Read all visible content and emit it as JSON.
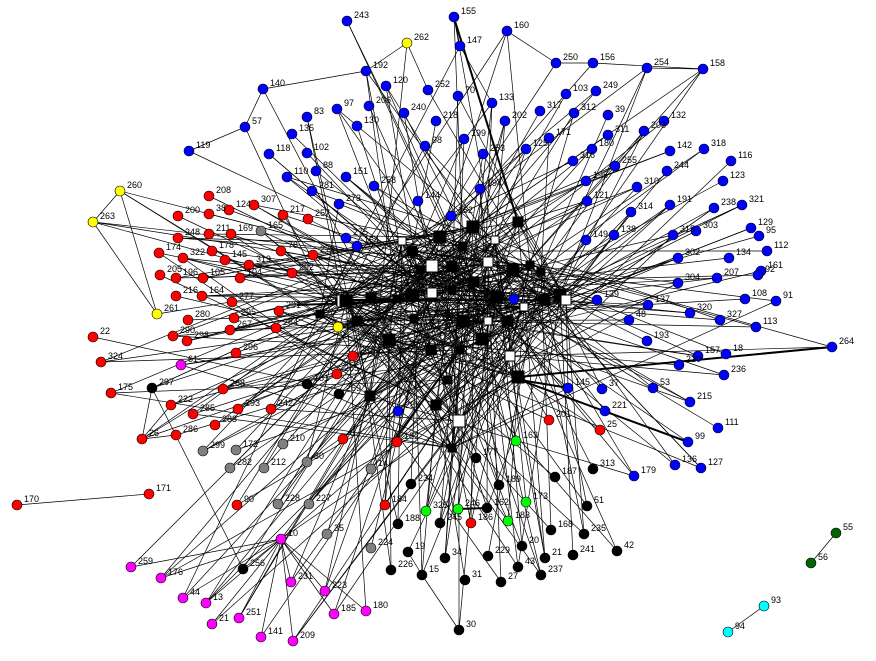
{
  "colors": {
    "red": "#ff0000",
    "blue": "#0000ff",
    "black": "#000000",
    "gray": "#808080",
    "magenta": "#ff00ff",
    "yellow": "#ffff00",
    "green": "#00ff00",
    "darkgreen": "#006400",
    "cyan": "#00ffff"
  },
  "nodes": [
    {
      "id": "243",
      "color": "blue"
    },
    {
      "id": "155",
      "color": "blue"
    },
    {
      "id": "262",
      "color": "yellow"
    },
    {
      "id": "147",
      "color": "blue"
    },
    {
      "id": "160",
      "color": "blue"
    },
    {
      "id": "192",
      "color": "blue"
    },
    {
      "id": "120",
      "color": "blue"
    },
    {
      "id": "252",
      "color": "blue"
    },
    {
      "id": "70",
      "color": "blue"
    },
    {
      "id": "133",
      "color": "blue"
    },
    {
      "id": "250",
      "color": "blue"
    },
    {
      "id": "156",
      "color": "blue"
    },
    {
      "id": "254",
      "color": "blue"
    },
    {
      "id": "158",
      "color": "blue"
    },
    {
      "id": "140",
      "color": "blue"
    },
    {
      "id": "97",
      "color": "blue"
    },
    {
      "id": "206",
      "color": "blue"
    },
    {
      "id": "240",
      "color": "blue"
    },
    {
      "id": "103",
      "color": "blue"
    },
    {
      "id": "249",
      "color": "blue"
    },
    {
      "id": "83",
      "color": "blue"
    },
    {
      "id": "218",
      "color": "blue"
    },
    {
      "id": "202",
      "color": "blue"
    },
    {
      "id": "317",
      "color": "blue"
    },
    {
      "id": "312",
      "color": "blue"
    },
    {
      "id": "39",
      "color": "blue"
    },
    {
      "id": "132",
      "color": "blue"
    },
    {
      "id": "57",
      "color": "blue"
    },
    {
      "id": "135",
      "color": "blue"
    },
    {
      "id": "130",
      "color": "blue"
    },
    {
      "id": "199",
      "color": "blue"
    },
    {
      "id": "203",
      "color": "blue"
    },
    {
      "id": "311",
      "color": "blue"
    },
    {
      "id": "119",
      "color": "blue"
    },
    {
      "id": "102",
      "color": "blue"
    },
    {
      "id": "118",
      "color": "blue"
    },
    {
      "id": "171",
      "color": "blue"
    },
    {
      "id": "98",
      "color": "blue"
    },
    {
      "id": "253",
      "color": "blue"
    },
    {
      "id": "125",
      "color": "blue"
    },
    {
      "id": "180",
      "color": "blue"
    },
    {
      "id": "142",
      "color": "blue"
    },
    {
      "id": "318",
      "color": "blue"
    },
    {
      "id": "88",
      "color": "blue"
    },
    {
      "id": "316",
      "color": "blue"
    },
    {
      "id": "255",
      "color": "blue"
    },
    {
      "id": "116",
      "color": "blue"
    },
    {
      "id": "110",
      "color": "blue"
    },
    {
      "id": "151",
      "color": "blue"
    },
    {
      "id": "258",
      "color": "blue"
    },
    {
      "id": "194",
      "color": "blue"
    },
    {
      "id": "195",
      "color": "blue"
    },
    {
      "id": "244",
      "color": "blue"
    },
    {
      "id": "123",
      "color": "blue"
    },
    {
      "id": "260",
      "color": "yellow"
    },
    {
      "id": "281",
      "color": "blue"
    },
    {
      "id": "310",
      "color": "blue"
    },
    {
      "id": "191",
      "color": "blue"
    },
    {
      "id": "238",
      "color": "blue"
    },
    {
      "id": "321",
      "color": "blue"
    },
    {
      "id": "208",
      "color": "red"
    },
    {
      "id": "307",
      "color": "red"
    },
    {
      "id": "129",
      "color": "blue"
    },
    {
      "id": "263",
      "color": "yellow"
    },
    {
      "id": "124",
      "color": "red"
    },
    {
      "id": "165",
      "color": "gray"
    },
    {
      "id": "217",
      "color": "red"
    },
    {
      "id": "257",
      "color": "red"
    },
    {
      "id": "273",
      "color": "blue"
    },
    {
      "id": "144",
      "color": "blue"
    },
    {
      "id": "152",
      "color": "blue"
    },
    {
      "id": "121",
      "color": "blue"
    },
    {
      "id": "314",
      "color": "blue"
    },
    {
      "id": "303",
      "color": "blue"
    },
    {
      "id": "95",
      "color": "blue"
    },
    {
      "id": "200",
      "color": "red"
    },
    {
      "id": "38",
      "color": "red"
    },
    {
      "id": "211",
      "color": "red"
    },
    {
      "id": "169",
      "color": "red"
    },
    {
      "id": "248",
      "color": "red"
    },
    {
      "id": "178",
      "color": "red"
    },
    {
      "id": "78",
      "color": "red"
    },
    {
      "id": "279",
      "color": "red"
    },
    {
      "id": "275",
      "color": "blue"
    },
    {
      "id": "154",
      "color": "blue"
    },
    {
      "id": "138",
      "color": "blue"
    },
    {
      "id": "149",
      "color": "blue"
    },
    {
      "id": "315",
      "color": "blue"
    },
    {
      "id": "134",
      "color": "blue"
    },
    {
      "id": "112",
      "color": "blue"
    },
    {
      "id": "174",
      "color": "red"
    },
    {
      "id": "322",
      "color": "red"
    },
    {
      "id": "145",
      "color": "red"
    },
    {
      "id": "319",
      "color": "red"
    },
    {
      "id": "302",
      "color": "blue"
    },
    {
      "id": "207",
      "color": "blue"
    },
    {
      "id": "161",
      "color": "blue"
    },
    {
      "id": "92",
      "color": "blue"
    },
    {
      "id": "205",
      "color": "red"
    },
    {
      "id": "196",
      "color": "red"
    },
    {
      "id": "105",
      "color": "red"
    },
    {
      "id": "104",
      "color": "red"
    },
    {
      "id": "292",
      "color": "red"
    },
    {
      "id": "304",
      "color": "blue"
    },
    {
      "id": "137",
      "color": "blue"
    },
    {
      "id": "108",
      "color": "blue"
    },
    {
      "id": "91",
      "color": "blue"
    },
    {
      "id": "216",
      "color": "red"
    },
    {
      "id": "164",
      "color": "red"
    },
    {
      "id": "277",
      "color": "red"
    },
    {
      "id": "291",
      "color": "red"
    },
    {
      "id": "198",
      "color": "blue"
    },
    {
      "id": "139",
      "color": "blue"
    },
    {
      "id": "320",
      "color": "blue"
    },
    {
      "id": "261",
      "color": "yellow"
    },
    {
      "id": "280",
      "color": "red"
    },
    {
      "id": "295",
      "color": "red"
    },
    {
      "id": "309",
      "color": "yellow"
    },
    {
      "id": "48",
      "color": "blue"
    },
    {
      "id": "327",
      "color": "blue"
    },
    {
      "id": "113",
      "color": "blue"
    },
    {
      "id": "264",
      "color": "blue"
    },
    {
      "id": "22",
      "color": "red"
    },
    {
      "id": "267",
      "color": "red"
    },
    {
      "id": "284",
      "color": "red"
    },
    {
      "id": "193",
      "color": "blue"
    },
    {
      "id": "290",
      "color": "red"
    },
    {
      "id": "298",
      "color": "red"
    },
    {
      "id": "157",
      "color": "blue"
    },
    {
      "id": "18",
      "color": "blue"
    },
    {
      "id": "324",
      "color": "red"
    },
    {
      "id": "61",
      "color": "magenta"
    },
    {
      "id": "296",
      "color": "red"
    },
    {
      "id": "233",
      "color": "red"
    },
    {
      "id": "220",
      "color": "blue"
    },
    {
      "id": "236",
      "color": "blue"
    },
    {
      "id": "297",
      "color": "black"
    },
    {
      "id": "265",
      "color": "red"
    },
    {
      "id": "181",
      "color": "black"
    },
    {
      "id": "268",
      "color": "red"
    },
    {
      "id": "145b",
      "color": "blue"
    },
    {
      "id": "37",
      "color": "blue"
    },
    {
      "id": "53",
      "color": "blue"
    },
    {
      "id": "175",
      "color": "red"
    },
    {
      "id": "215",
      "color": "blue"
    },
    {
      "id": "222",
      "color": "red"
    },
    {
      "id": "293",
      "color": "red"
    },
    {
      "id": "242",
      "color": "red"
    },
    {
      "id": "269",
      "color": "black"
    },
    {
      "id": "289",
      "color": "blue"
    },
    {
      "id": "285",
      "color": "red"
    },
    {
      "id": "221",
      "color": "blue"
    },
    {
      "id": "201",
      "color": "red"
    },
    {
      "id": "25",
      "color": "red"
    },
    {
      "id": "111",
      "color": "blue"
    },
    {
      "id": "286",
      "color": "red"
    },
    {
      "id": "283",
      "color": "red"
    },
    {
      "id": "26",
      "color": "red"
    },
    {
      "id": "8",
      "color": "red"
    },
    {
      "id": "182",
      "color": "red"
    },
    {
      "id": "163",
      "color": "green"
    },
    {
      "id": "99",
      "color": "blue"
    },
    {
      "id": "299",
      "color": "gray"
    },
    {
      "id": "172",
      "color": "gray"
    },
    {
      "id": "210",
      "color": "gray"
    },
    {
      "id": "136",
      "color": "blue"
    },
    {
      "id": "127",
      "color": "blue"
    },
    {
      "id": "313",
      "color": "black"
    },
    {
      "id": "179",
      "color": "blue"
    },
    {
      "id": "282",
      "color": "gray"
    },
    {
      "id": "212",
      "color": "gray"
    },
    {
      "id": "30",
      "color": "gray"
    },
    {
      "id": "177",
      "color": "black"
    },
    {
      "id": "187",
      "color": "black"
    },
    {
      "id": "14",
      "color": "gray"
    },
    {
      "id": "189",
      "color": "black"
    },
    {
      "id": "234",
      "color": "black"
    },
    {
      "id": "170",
      "color": "red"
    },
    {
      "id": "171b",
      "color": "red"
    },
    {
      "id": "90",
      "color": "red"
    },
    {
      "id": "228",
      "color": "gray"
    },
    {
      "id": "227",
      "color": "gray"
    },
    {
      "id": "184",
      "color": "red"
    },
    {
      "id": "325",
      "color": "green"
    },
    {
      "id": "246",
      "color": "green"
    },
    {
      "id": "162",
      "color": "black"
    },
    {
      "id": "173",
      "color": "green"
    },
    {
      "id": "51",
      "color": "black"
    },
    {
      "id": "188",
      "color": "black"
    },
    {
      "id": "245",
      "color": "black"
    },
    {
      "id": "186",
      "color": "red"
    },
    {
      "id": "183",
      "color": "green"
    },
    {
      "id": "168",
      "color": "black"
    },
    {
      "id": "235",
      "color": "black"
    },
    {
      "id": "10",
      "color": "magenta"
    },
    {
      "id": "35",
      "color": "gray"
    },
    {
      "id": "224",
      "color": "gray"
    },
    {
      "id": "19",
      "color": "black"
    },
    {
      "id": "34",
      "color": "black"
    },
    {
      "id": "229",
      "color": "black"
    },
    {
      "id": "20",
      "color": "black"
    },
    {
      "id": "21",
      "color": "black"
    },
    {
      "id": "241",
      "color": "black"
    },
    {
      "id": "42",
      "color": "black"
    },
    {
      "id": "259",
      "color": "magenta"
    },
    {
      "id": "256",
      "color": "black"
    },
    {
      "id": "226",
      "color": "black"
    },
    {
      "id": "15",
      "color": "black"
    },
    {
      "id": "43",
      "color": "black"
    },
    {
      "id": "237",
      "color": "black"
    },
    {
      "id": "176",
      "color": "magenta"
    },
    {
      "id": "231",
      "color": "magenta"
    },
    {
      "id": "223",
      "color": "magenta"
    },
    {
      "id": "31",
      "color": "black"
    },
    {
      "id": "27",
      "color": "black"
    },
    {
      "id": "44",
      "color": "magenta"
    },
    {
      "id": "13",
      "color": "magenta"
    },
    {
      "id": "251",
      "color": "magenta"
    },
    {
      "id": "185",
      "color": "magenta"
    },
    {
      "id": "180b",
      "color": "magenta"
    },
    {
      "id": "214",
      "color": "magenta"
    },
    {
      "id": "141",
      "color": "magenta"
    },
    {
      "id": "209",
      "color": "magenta"
    },
    {
      "id": "30b",
      "color": "black"
    },
    {
      "id": "55",
      "color": "darkgreen"
    },
    {
      "id": "56",
      "color": "darkgreen"
    },
    {
      "id": "93",
      "color": "cyan"
    },
    {
      "id": "94",
      "color": "cyan"
    }
  ],
  "labels": {
    "145b": "145",
    "171b": "171",
    "180b": "180",
    "30b": "30",
    "214": "21"
  }
}
